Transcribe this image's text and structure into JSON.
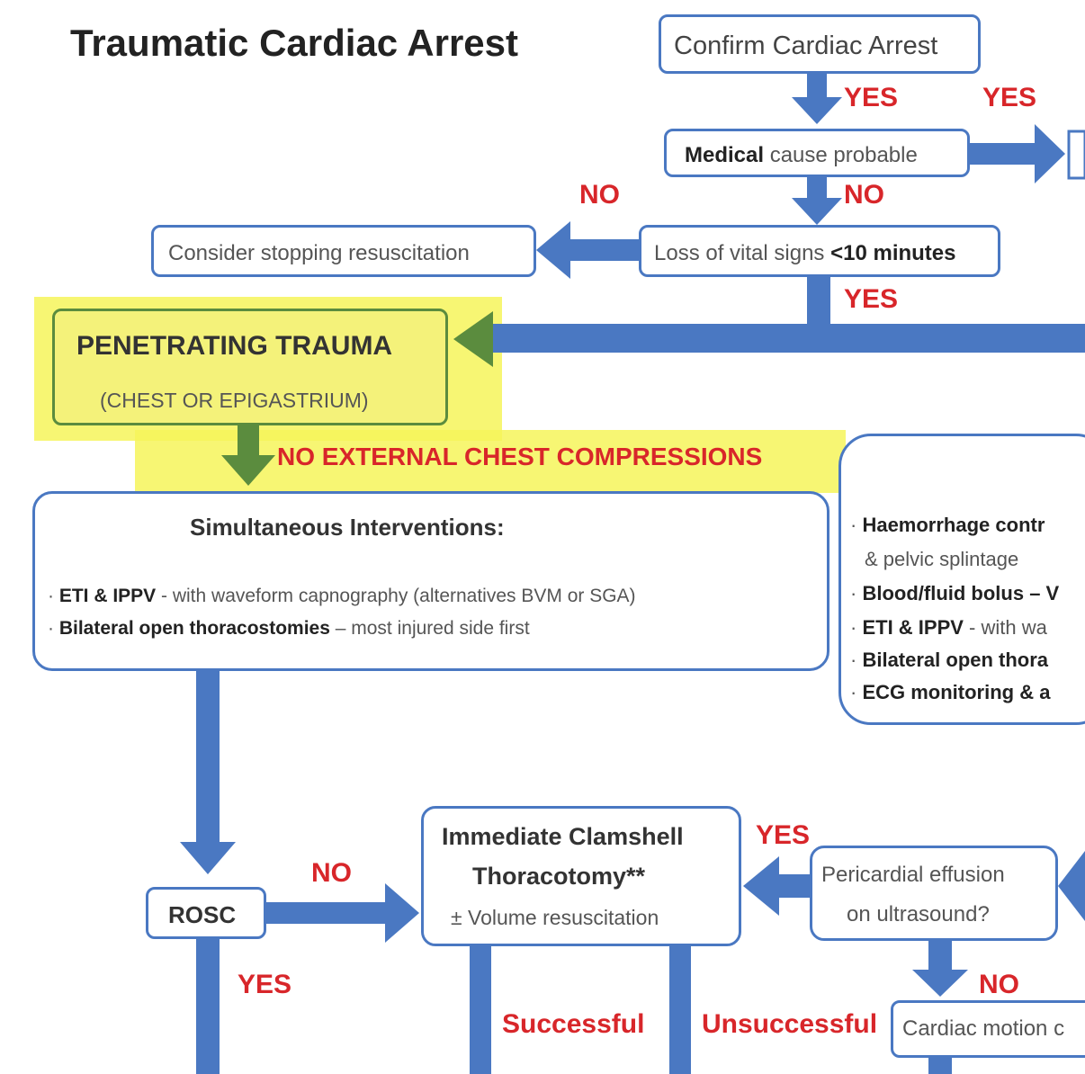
{
  "title": "Traumatic Cardiac Arrest",
  "colors": {
    "box_border": "#4a78c2",
    "arrow": "#4a78c2",
    "green": "#5b8c3e",
    "highlight": "#f6f55a",
    "label_red": "#d8262a"
  },
  "nodes": {
    "confirm": "Confirm Cardiac Arrest",
    "medical_bold": "Medical",
    "medical_rest": " cause probable",
    "consider_stop": "Consider stopping resuscitation",
    "loss_vital_pre": "Loss of vital signs ",
    "loss_vital_bold": "<10 minutes",
    "penetrating_title": "PENETRATING TRAUMA",
    "penetrating_sub": "(CHEST OR EPIGASTRIUM)",
    "no_compressions": "NO EXTERNAL CHEST COMPRESSIONS",
    "simultaneous_title": "Simultaneous Interventions:",
    "sim1_bold": "ETI & IPPV",
    "sim1_rest": " - with waveform capnography (alternatives BVM or SGA)",
    "sim2_bold": "Bilateral open thoracostomies",
    "sim2_rest": " – most injured side first",
    "right_items": [
      "Haemorrhage contr",
      "& pelvic splintage",
      "Blood/fluid bolus – V",
      "ETI & IPPV",
      " - with wa",
      "Bilateral open thora",
      "ECG monitoring & a"
    ],
    "clamshell_l1": "Immediate Clamshell",
    "clamshell_l2": "Thoracotomy**",
    "clamshell_l3": "± Volume resuscitation",
    "rosc": "ROSC",
    "pericardial_l1": "Pericardial effusion",
    "pericardial_l2": "on ultrasound?",
    "cardiac_motion": "Cardiac motion c"
  },
  "labels": {
    "yes1": "YES",
    "yes2": "YES",
    "no1": "NO",
    "no2": "NO",
    "yes3": "YES",
    "yes4": "YES",
    "no3": "NO",
    "yes5": "YES",
    "no4": "NO",
    "successful": "Successful",
    "unsuccessful": "Unsuccessful"
  }
}
